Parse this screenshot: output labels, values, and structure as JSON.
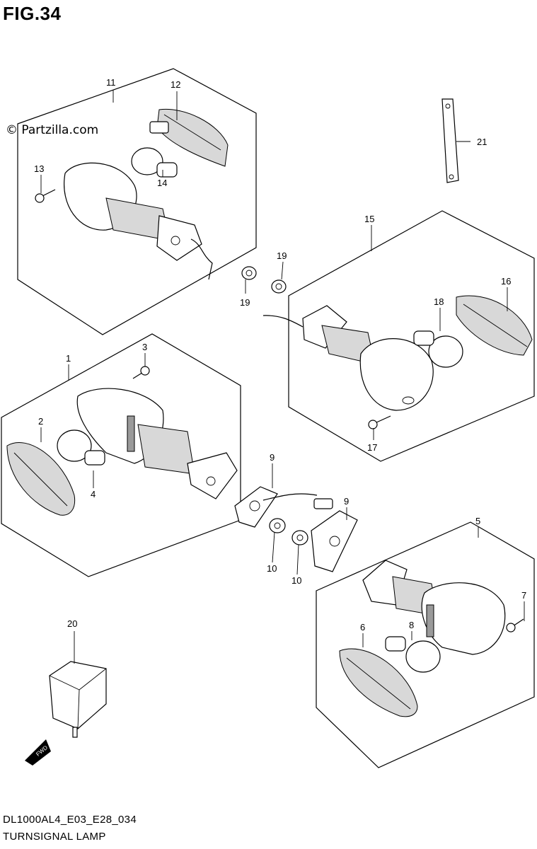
{
  "header": {
    "fig_title": "FIG.34"
  },
  "watermark": "© Partzilla.com",
  "footer": {
    "model_code": "DL1000AL4_E03_E28_034",
    "caption": "TURNSIGNAL LAMP"
  },
  "callouts": {
    "c1": "1",
    "c2": "2",
    "c3": "3",
    "c4": "4",
    "c5": "5",
    "c6": "6",
    "c7": "7",
    "c8": "8",
    "c9a": "9",
    "c9b": "9",
    "c10a": "10",
    "c10b": "10",
    "c11": "11",
    "c12": "12",
    "c13": "13",
    "c14": "14",
    "c15": "15",
    "c16": "16",
    "c17": "17",
    "c18": "18",
    "c19a": "19",
    "c19b": "19",
    "c20": "20",
    "c21": "21"
  },
  "fwd_badge": "FWD"
}
